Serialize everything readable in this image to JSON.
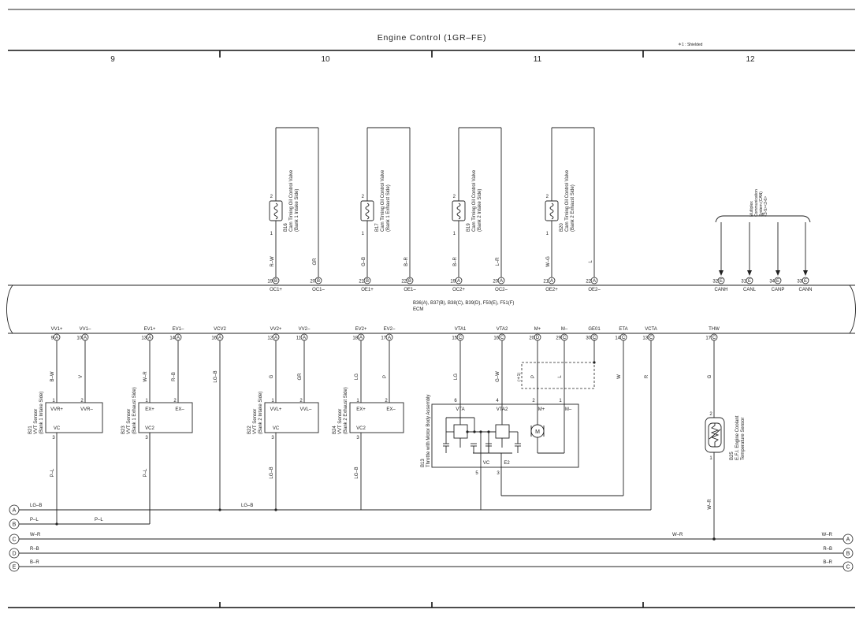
{
  "header": {
    "title": "Engine Control (1GR–FE)",
    "note": "＊1 : Shielded"
  },
  "columns": [
    "9",
    "10",
    "11",
    "12"
  ],
  "ecm": {
    "label_1": "B36(A), B37(B), B38(C), B39(D), F50(E), F51(F)",
    "label_2": "ECM"
  },
  "top_pins": [
    {
      "name": "OC1+",
      "pin": "19",
      "conn": "B",
      "wire": "R–W"
    },
    {
      "name": "OC1–",
      "pin": "20",
      "conn": "B",
      "wire": "GR"
    },
    {
      "name": "OE1+",
      "pin": "21",
      "conn": "B",
      "wire": "G–B"
    },
    {
      "name": "OE1–",
      "pin": "22",
      "conn": "B",
      "wire": "B–R"
    },
    {
      "name": "OC2+",
      "pin": "19",
      "conn": "A",
      "wire": "B–R"
    },
    {
      "name": "OC2–",
      "pin": "20",
      "conn": "A",
      "wire": "L–R"
    },
    {
      "name": "OE2+",
      "pin": "21",
      "conn": "A",
      "wire": "W–G"
    },
    {
      "name": "OE2–",
      "pin": "22",
      "conn": "A",
      "wire": "L"
    },
    {
      "name": "CANH",
      "pin": "32",
      "conn": "E",
      "wire": ""
    },
    {
      "name": "CANL",
      "pin": "31",
      "conn": "E",
      "wire": ""
    },
    {
      "name": "CANP",
      "pin": "34",
      "conn": "E",
      "wire": ""
    },
    {
      "name": "CANN",
      "pin": "33",
      "conn": "E",
      "wire": ""
    }
  ],
  "bottom_pins": [
    {
      "name": "VV1+",
      "pin": "9",
      "conn": "A",
      "wire": "B–W"
    },
    {
      "name": "VV1–",
      "pin": "10",
      "conn": "A",
      "wire": "V"
    },
    {
      "name": "EV1+",
      "pin": "13",
      "conn": "A",
      "wire": "W–R"
    },
    {
      "name": "EV1–",
      "pin": "14",
      "conn": "A",
      "wire": "R–B"
    },
    {
      "name": "VCV2",
      "pin": "16",
      "conn": "A",
      "wire": "LG–B"
    },
    {
      "name": "VV2+",
      "pin": "12",
      "conn": "A",
      "wire": "G"
    },
    {
      "name": "VV2–",
      "pin": "11",
      "conn": "A",
      "wire": "GR"
    },
    {
      "name": "EV2+",
      "pin": "18",
      "conn": "A",
      "wire": "LG"
    },
    {
      "name": "EV2–",
      "pin": "17",
      "conn": "A",
      "wire": "P"
    },
    {
      "name": "VTA1",
      "pin": "15",
      "conn": "C",
      "wire": "LG"
    },
    {
      "name": "VTA2",
      "pin": "16",
      "conn": "C",
      "wire": "G–W"
    },
    {
      "name": "M+",
      "pin": "20",
      "conn": "D",
      "wire": "P"
    },
    {
      "name": "M–",
      "pin": "29",
      "conn": "C",
      "wire": "L"
    },
    {
      "name": "GE01",
      "pin": "30",
      "conn": "C",
      "wire": ""
    },
    {
      "name": "ETA",
      "pin": "14",
      "conn": "C",
      "wire": "W"
    },
    {
      "name": "VCTA",
      "pin": "13",
      "conn": "C",
      "wire": "R"
    },
    {
      "name": "THW",
      "pin": "17",
      "conn": "C",
      "wire": "G"
    }
  ],
  "ocv_valves": [
    {
      "id": "B16",
      "desc_1": "Cam Timing Oil Control Valve",
      "desc_2": "(Bank 1 Intake Side)",
      "pin_top": "2",
      "pin_bot": "1"
    },
    {
      "id": "B17",
      "desc_1": "Cam Timing Oil Control Valve",
      "desc_2": "(Bank 1 Exhaust Side)",
      "pin_top": "2",
      "pin_bot": "1"
    },
    {
      "id": "B19",
      "desc_1": "Cam Timing Oil Control Valve",
      "desc_2": "(Bank 2 Intake Side)",
      "pin_top": "2",
      "pin_bot": "1"
    },
    {
      "id": "B20",
      "desc_1": "Cam Timing Oil Control Valve",
      "desc_2": "(Bank 2 Exhaust Side)",
      "pin_top": "2",
      "pin_bot": "1"
    }
  ],
  "can_system": {
    "lines": [
      "Multiplex",
      "Communication",
      "System (CAN)",
      "<3-5><3-6>"
    ]
  },
  "vvt_sensors": [
    {
      "id": "B21",
      "desc_1": "VVT Sensor",
      "desc_2": "(Bank 1 Intake Side)",
      "t1": "VVR+",
      "t2": "VVR–",
      "t3": "VC",
      "p1": "1",
      "p2": "2",
      "p3": "3",
      "out_wire": "P–L"
    },
    {
      "id": "B23",
      "desc_1": "VVT Sensor",
      "desc_2": "(Bank 1 Exhaust Side)",
      "t1": "EX+",
      "t2": "EX–",
      "t3": "VC2",
      "p1": "1",
      "p2": "2",
      "p3": "3",
      "out_wire": "P–L"
    },
    {
      "id": "B22",
      "desc_1": "VVT Sensor",
      "desc_2": "(Bank 2 Intake Side)",
      "t1": "VVL+",
      "t2": "VVL–",
      "t3": "VC",
      "p1": "1",
      "p2": "2",
      "p3": "3",
      "out_wire": "LG–B"
    },
    {
      "id": "B24",
      "desc_1": "VVT Sensor",
      "desc_2": "(Bank 2 Exhaust Side)",
      "t1": "EX+",
      "t2": "EX–",
      "t3": "VC2",
      "p1": "1",
      "p2": "2",
      "p3": "3",
      "out_wire": "LG–B"
    }
  ],
  "throttle": {
    "id": "B13",
    "desc": "Throttle with Motor Body Assembly",
    "t_vta": "VTA",
    "t_vta2": "VTA2",
    "t_mp": "M+",
    "t_mm": "M–",
    "t_vc": "VC",
    "t_e2": "E2",
    "p_vta": "6",
    "p_vta2": "4",
    "p_mp": "2",
    "p_mm": "1",
    "p_vc": "5",
    "p_e2": "3",
    "motor": "M",
    "shield": "(＊1)"
  },
  "coolant": {
    "id": "B25",
    "desc_1": "E.F.I. Engine Coolant",
    "desc_2": "Temperature Sensor",
    "p_top": "2",
    "p_bot": "1",
    "out_wire": "W–R"
  },
  "bus_left": [
    {
      "id": "A",
      "wire": "LG–B"
    },
    {
      "id": "B",
      "wire": "P–L"
    },
    {
      "id": "C",
      "wire": "W–R"
    },
    {
      "id": "D",
      "wire": "R–B"
    },
    {
      "id": "E",
      "wire": "B–R"
    }
  ],
  "bus_mid_labels": {
    "a": "LG–B",
    "b": "P–L"
  },
  "bus_right": [
    {
      "id": "A",
      "wire": "W–R"
    },
    {
      "id": "B",
      "wire": "R–B"
    },
    {
      "id": "C",
      "wire": "B–R"
    }
  ],
  "bus_right_extra": "W–R"
}
